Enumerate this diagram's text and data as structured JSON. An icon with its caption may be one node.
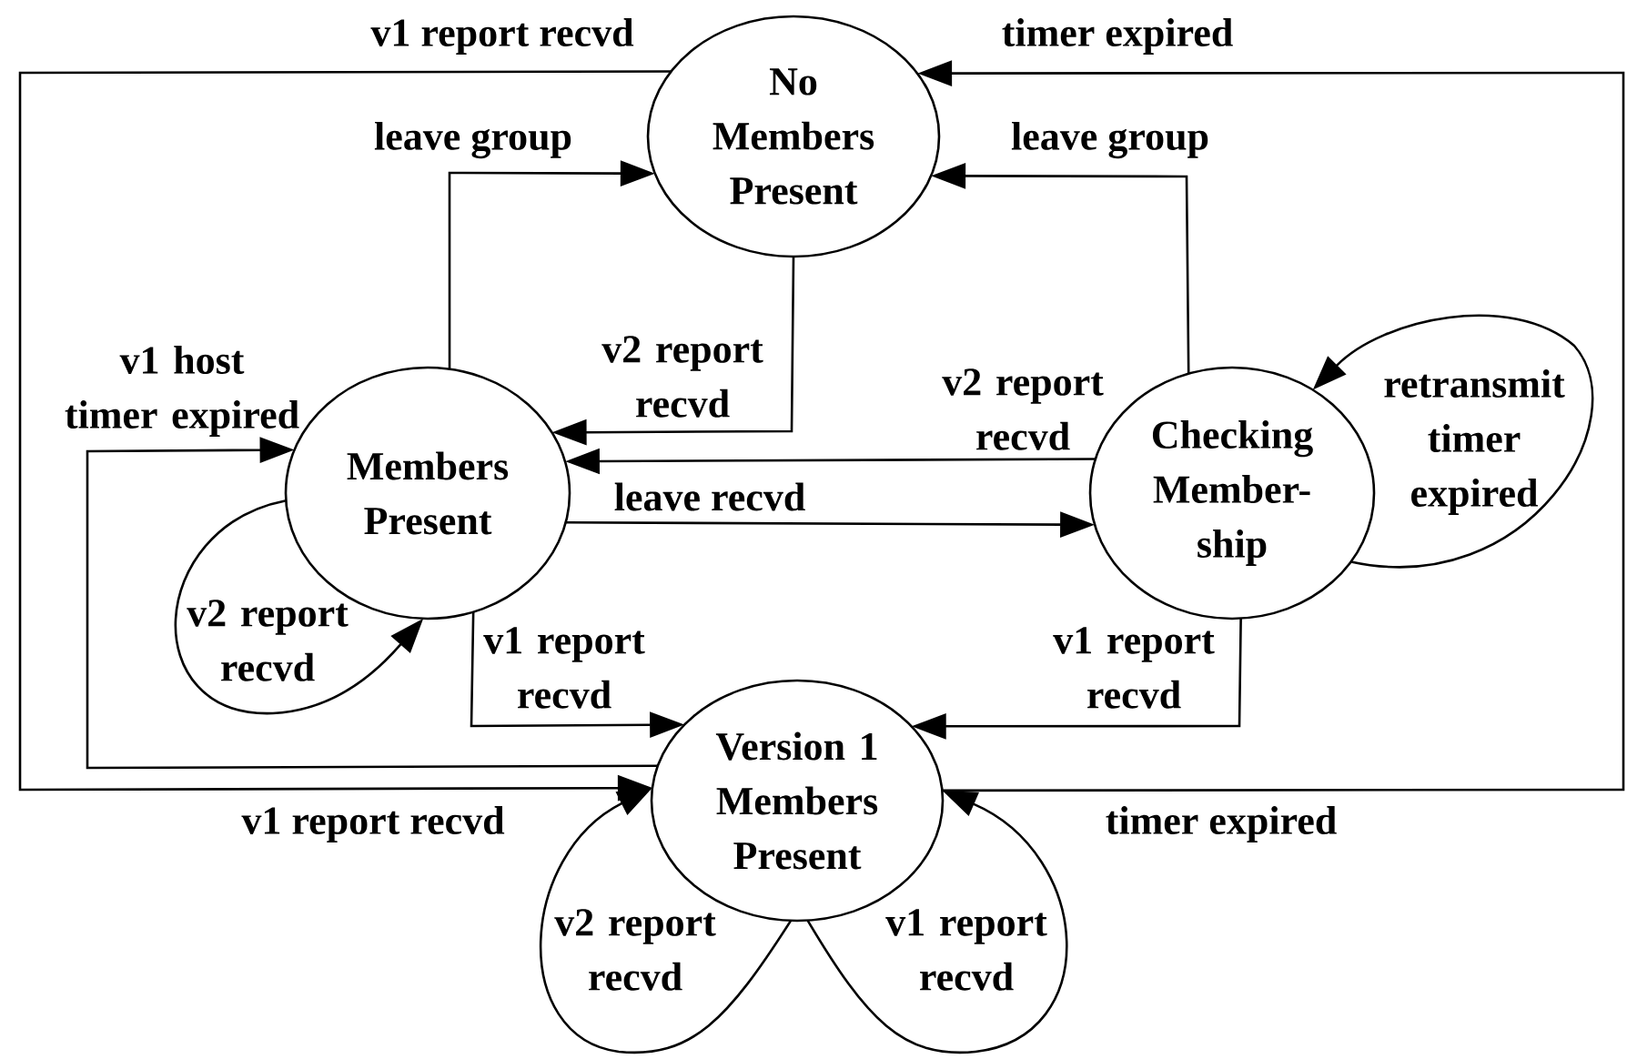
{
  "diagram": {
    "nodes": [
      {
        "text": [
          "No Members Present"
        ]
      },
      {
        "text": [
          "Members Present"
        ]
      },
      {
        "text": [
          "Checking Member- ship"
        ]
      },
      {
        "text": [
          "Version 1 Members Present"
        ]
      }
    ],
    "edges": [
      {
        "from": 1,
        "to": 0,
        "arrow": "to",
        "label": "leave group"
      },
      {
        "from": 2,
        "to": 0,
        "arrow": "to",
        "label": "leave group"
      },
      {
        "from": 0,
        "to": 1,
        "arrow": "to",
        "label": "v2 report recvd"
      },
      {
        "from": 2,
        "to": 1,
        "arrow": "to",
        "label": "v2 report recvd"
      },
      {
        "from": 1,
        "to": 2,
        "arrow": "to",
        "label": "leave recvd"
      },
      {
        "from": 2,
        "to": 2,
        "arrow": "to",
        "label": "retransmit timer expired"
      },
      {
        "from": 1,
        "to": 1,
        "arrow": "to",
        "label": "v2 report recvd"
      },
      {
        "from": 1,
        "to": 3,
        "arrow": "to",
        "label": "v1 report recvd"
      },
      {
        "from": 2,
        "to": 3,
        "arrow": "to",
        "label": "v1 report recvd"
      },
      {
        "from": 3,
        "to": 1,
        "arrow": "to",
        "label": "v1 host timer expired"
      },
      {
        "from": 0,
        "to": 3,
        "arrow": "to",
        "label": "v1 report recvd"
      },
      {
        "from": 3,
        "to": 0,
        "arrow": "to",
        "label": "timer expired"
      },
      {
        "from": 3,
        "to": 3,
        "arrow": "to",
        "label": "v2 report recvd"
      },
      {
        "from": 3,
        "to": 3,
        "arrow": "to",
        "label": "v1 report recvd"
      }
    ],
    "labels": [
      "v1 report recvd",
      "timer expired"
    ]
  }
}
